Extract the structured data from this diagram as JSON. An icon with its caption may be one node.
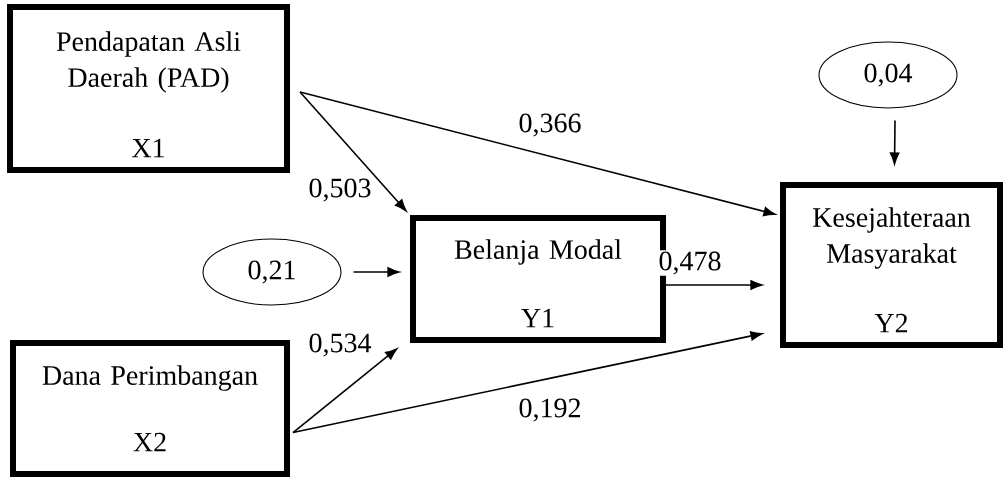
{
  "diagram": {
    "nodes": [
      {
        "text": [
          "Pendapatan Asli Daerah (PAD)",
          "X1"
        ]
      },
      {
        "text": [
          "0,04"
        ]
      },
      {
        "text": [
          "0,21"
        ]
      },
      {
        "text": [
          "Belanja Modal",
          "Y1"
        ]
      },
      {
        "text": [
          "Kesejahteraan Masyarakat",
          "Y2"
        ]
      },
      {
        "text": [
          "Dana Perimbangan",
          "X2"
        ]
      }
    ],
    "edges": [
      {
        "from": 0,
        "to": 3,
        "arrow": "to",
        "label": "0,503"
      },
      {
        "from": 0,
        "to": 4,
        "arrow": "to",
        "label": "0,366"
      },
      {
        "from": 1,
        "to": 4,
        "arrow": "to"
      },
      {
        "from": 2,
        "to": 3,
        "arrow": "to"
      },
      {
        "from": 3,
        "to": 4,
        "arrow": "to",
        "label": "0,478"
      },
      {
        "from": 5,
        "to": 3,
        "arrow": "to",
        "label": "0,534"
      },
      {
        "from": 5,
        "to": 4,
        "arrow": "to",
        "label": "0,192"
      }
    ]
  }
}
